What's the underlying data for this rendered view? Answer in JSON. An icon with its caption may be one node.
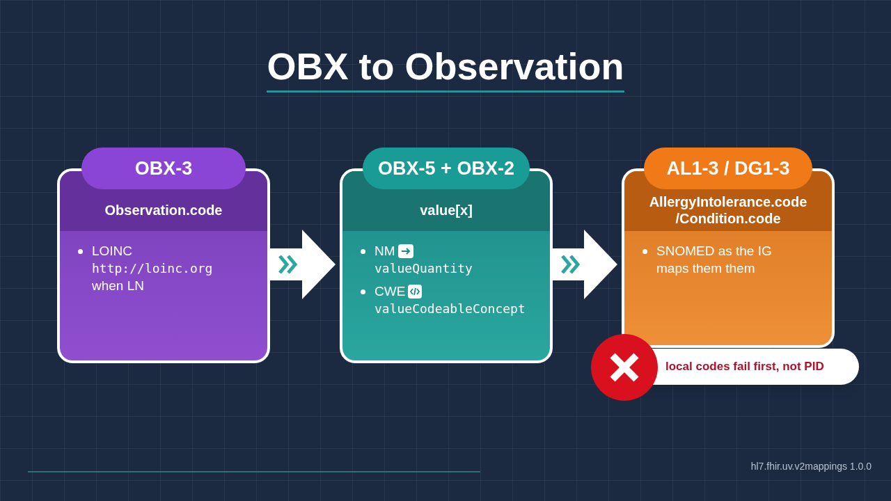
{
  "diagram": {
    "title": "OBX to Observation",
    "nodes": [
      {
        "text": [
          "OBX-3",
          "Observation.code",
          "LOINC",
          "http://loinc.org",
          "when LN"
        ]
      },
      {
        "text": [
          "OBX-5 + OBX-2",
          "value[x]",
          "NM",
          "valueQuantity",
          "CWE",
          "valueCodeableConcept"
        ]
      },
      {
        "text": [
          "AL1-3 / DG1-3",
          "AllergyIntolerance.code /Condition.code",
          "SNOMED as the IG maps them them"
        ]
      },
      {
        "text": [
          "local codes fail first, not PID"
        ]
      }
    ],
    "edges": [
      {
        "from": 0,
        "to": 1,
        "arrow": "to"
      },
      {
        "from": 1,
        "to": 2,
        "arrow": "to"
      }
    ],
    "labels": [
      "hl7.fhir.uv.v2mappings 1.0.0"
    ]
  }
}
